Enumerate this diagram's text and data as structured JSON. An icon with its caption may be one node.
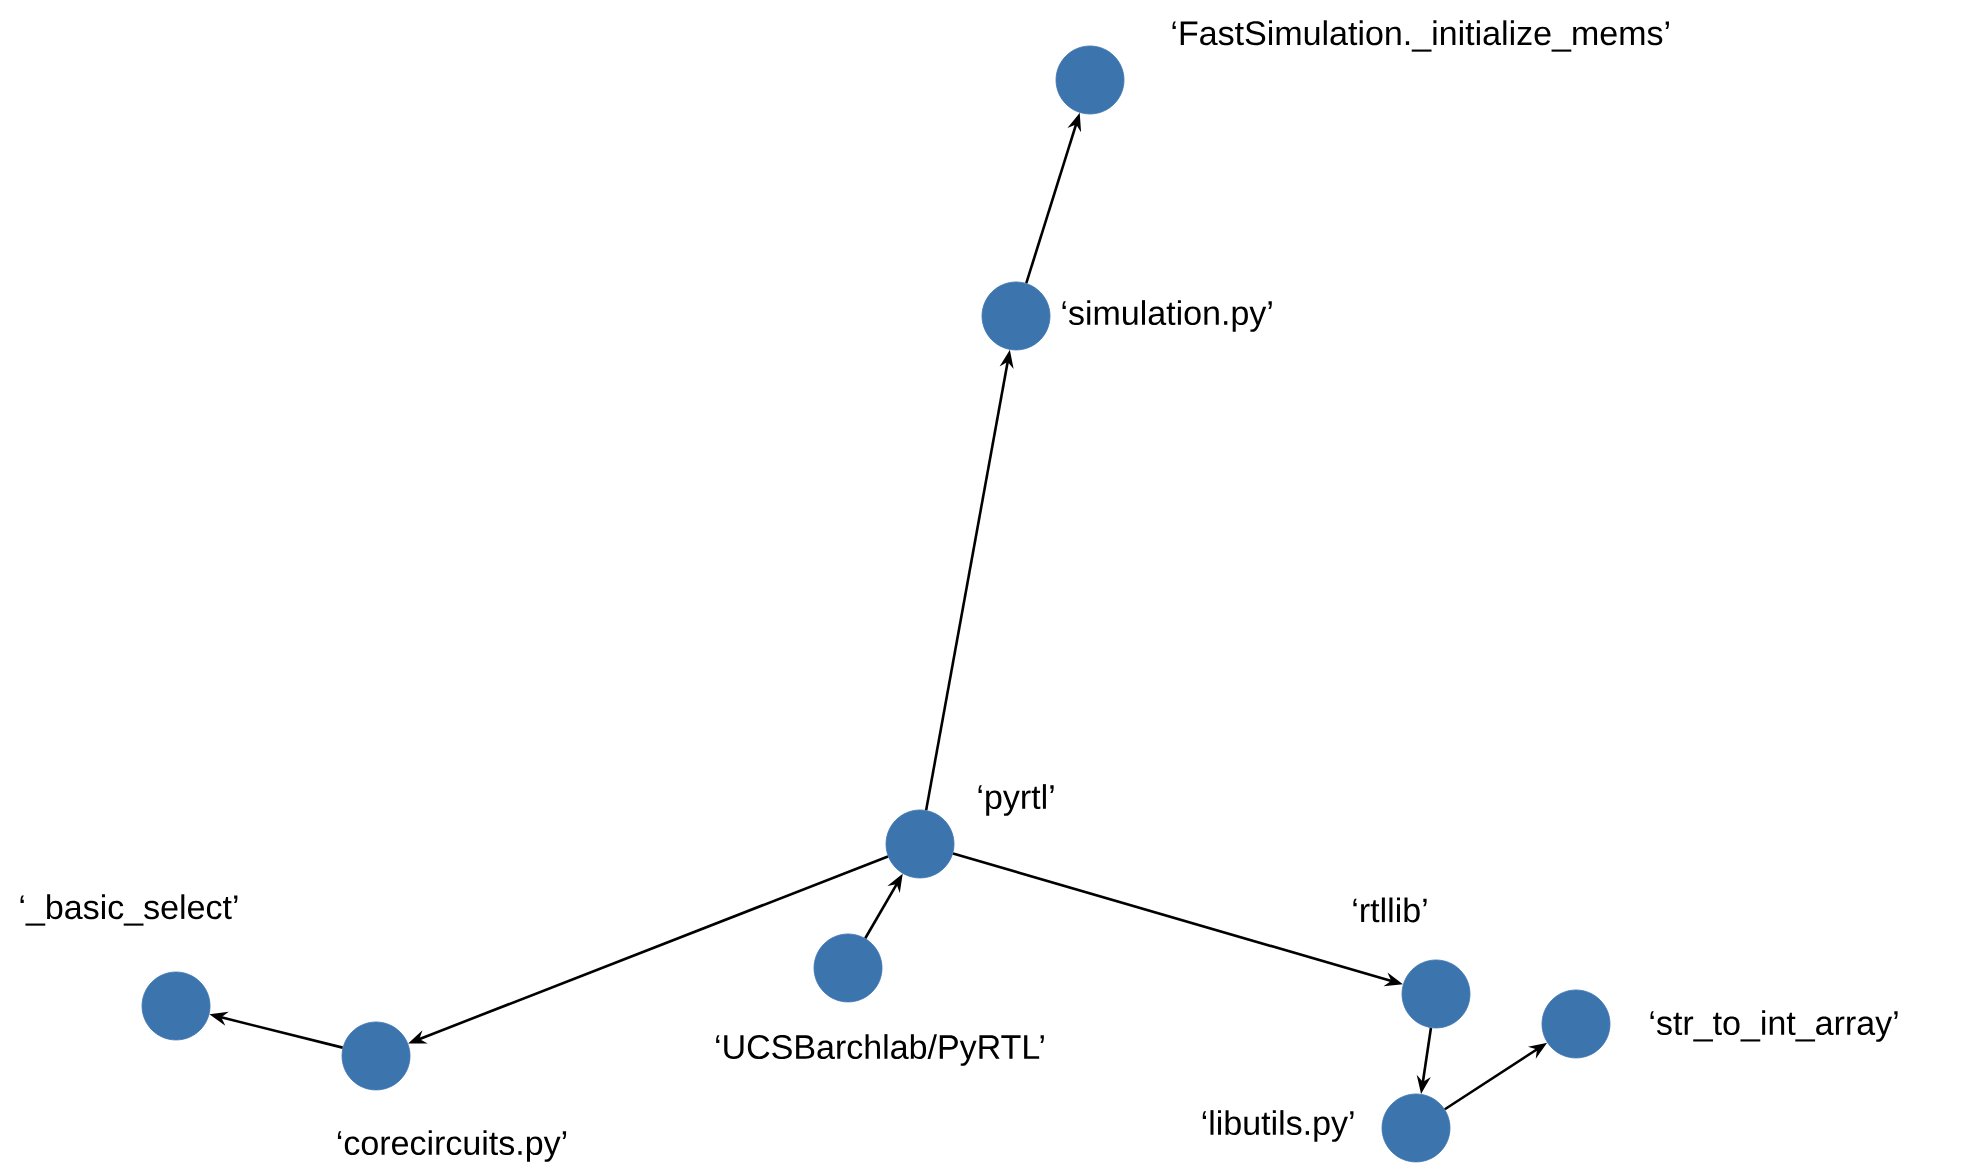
{
  "diagram": {
    "nodes": [
      {
        "text": [],
        "shape": "circle",
        "beside": [
          "‘FastSimulation._initialize_mems’"
        ]
      },
      {
        "text": [],
        "shape": "circle",
        "beside": [
          "‘simulation.py’"
        ]
      },
      {
        "text": [],
        "shape": "circle",
        "beside": [
          "‘pyrtl’"
        ]
      },
      {
        "text": [],
        "shape": "circle",
        "beside": [
          "‘UCSBarchlab/PyRTL’"
        ]
      },
      {
        "text": [],
        "shape": "circle",
        "beside": [
          "‘_basic_select’"
        ]
      },
      {
        "text": [],
        "shape": "circle",
        "beside": [
          "‘corecircuits.py’"
        ]
      },
      {
        "text": [],
        "shape": "circle",
        "beside": [
          "‘rtllib’"
        ]
      },
      {
        "text": [],
        "shape": "circle",
        "beside": [
          "‘libutils.py’"
        ]
      },
      {
        "text": [],
        "shape": "circle",
        "beside": [
          "‘str_to_int_array’"
        ]
      }
    ],
    "edges": [
      {
        "from": 1,
        "to": 0,
        "arrow": "to"
      },
      {
        "from": 2,
        "to": 1,
        "arrow": "to"
      },
      {
        "from": 3,
        "to": 2,
        "arrow": "to"
      },
      {
        "from": 2,
        "to": 5,
        "arrow": "to"
      },
      {
        "from": 5,
        "to": 4,
        "arrow": "to"
      },
      {
        "from": 2,
        "to": 6,
        "arrow": "to"
      },
      {
        "from": 6,
        "to": 7,
        "arrow": "to"
      },
      {
        "from": 7,
        "to": 8,
        "arrow": "to"
      }
    ]
  }
}
